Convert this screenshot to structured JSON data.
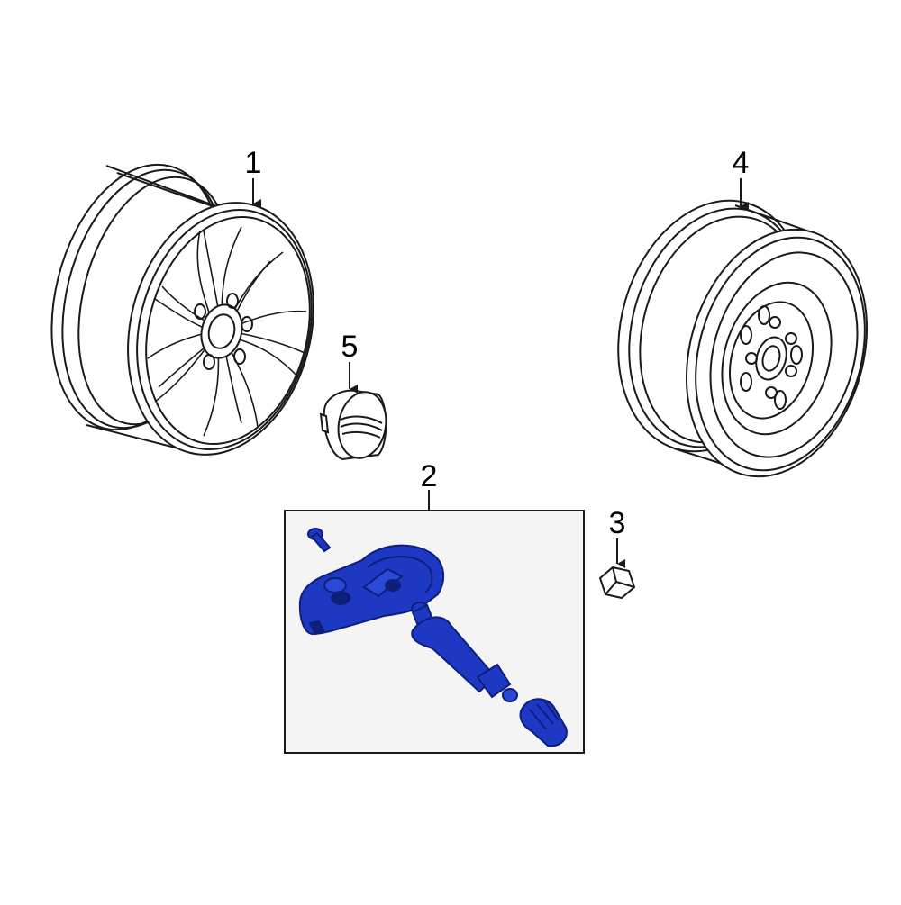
{
  "diagram": {
    "type": "exploded-parts-diagram",
    "colors": {
      "line": "#1a1a1a",
      "background": "#ffffff",
      "highlight": "#1d39c4",
      "highlight_dark": "#0e1f7a",
      "inset_fill": "#f4f4f4"
    },
    "callouts": [
      {
        "id": "wheel",
        "label": "1"
      },
      {
        "id": "tpms-sensor",
        "label": "2"
      },
      {
        "id": "lug-nut",
        "label": "3"
      },
      {
        "id": "spare-wheel",
        "label": "4"
      },
      {
        "id": "center-cap",
        "label": "5"
      }
    ]
  }
}
